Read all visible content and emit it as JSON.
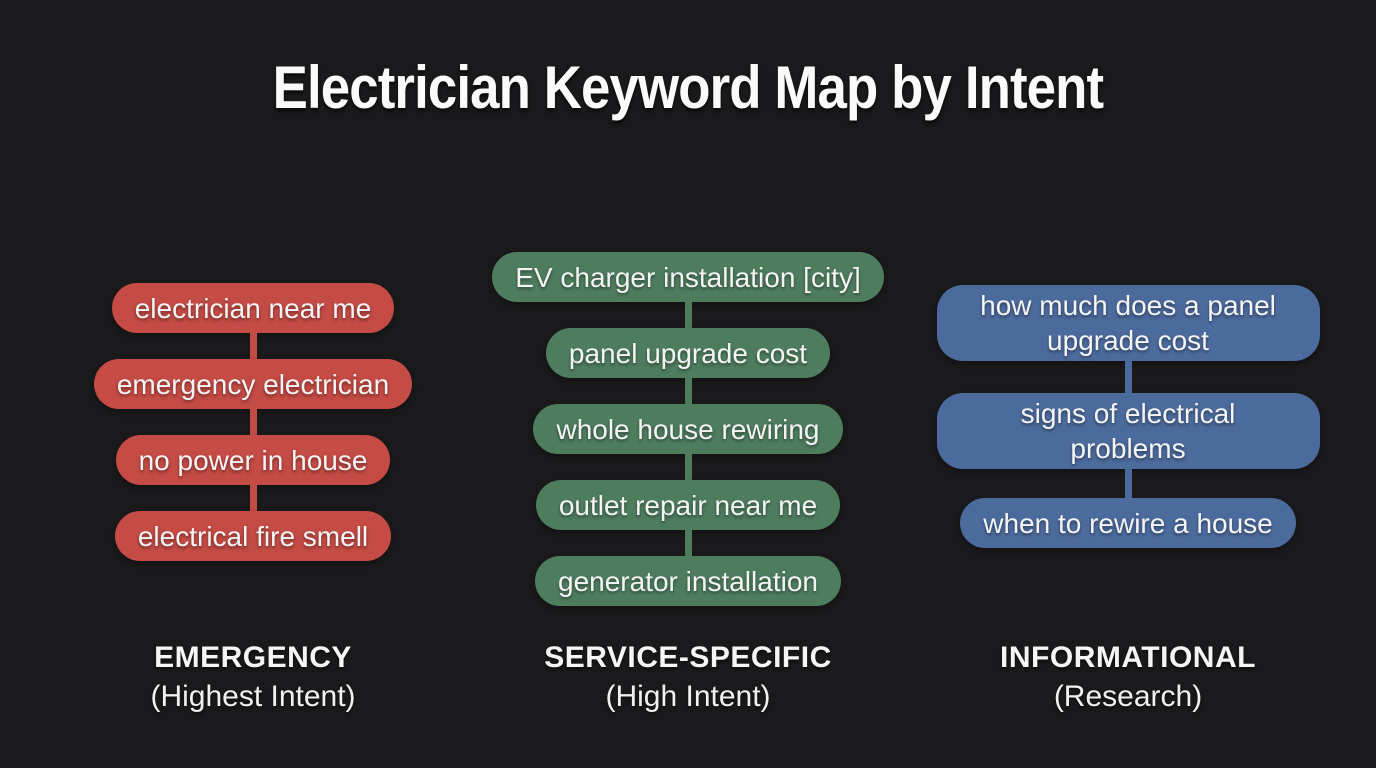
{
  "title": "Electrician Keyword Map by Intent",
  "colors": {
    "background": "#1a1a1c",
    "emergency": "#c54b45",
    "service": "#4e7d5e",
    "informational": "#4c6b9d"
  },
  "columns": [
    {
      "id": "emergency",
      "label": "EMERGENCY",
      "sublabel": "(Highest Intent)",
      "keywords": [
        "electrician near me",
        "emergency electrician",
        "no power in house",
        "electrical fire smell"
      ]
    },
    {
      "id": "service-specific",
      "label": "SERVICE-SPECIFIC",
      "sublabel": "(High Intent)",
      "keywords": [
        "EV charger installation [city]",
        "panel upgrade cost",
        "whole house rewiring",
        "outlet repair near me",
        "generator installation"
      ]
    },
    {
      "id": "informational",
      "label": "INFORMATIONAL",
      "sublabel": "(Research)",
      "keywords": [
        "how much does a panel\nupgrade cost",
        "signs of electrical\nproblems",
        "when to rewire a house"
      ]
    }
  ]
}
